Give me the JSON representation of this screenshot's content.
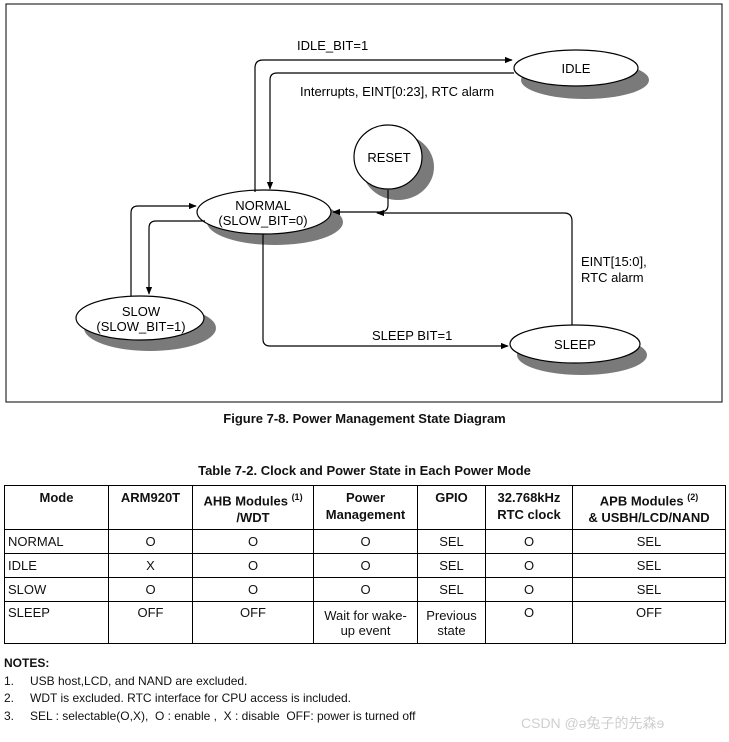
{
  "diagram": {
    "states": {
      "idle": "IDLE",
      "reset": "RESET",
      "normal_l1": "NORMAL",
      "normal_l2": "(SLOW_BIT=0)",
      "slow_l1": "SLOW",
      "slow_l2": "(SLOW_BIT=1)",
      "sleep": "SLEEP"
    },
    "transitions": {
      "to_idle": "IDLE_BIT=1",
      "from_idle": "Interrupts, EINT[0:23], RTC alarm",
      "to_sleep": "SLEEP BIT=1",
      "from_sleep_l1": "EINT[15:0],",
      "from_sleep_l2": "RTC alarm"
    }
  },
  "figure_caption": "Figure 7-8. Power Management State Diagram",
  "table": {
    "caption": "Table 7-2. Clock and Power State in Each Power Mode",
    "headers": [
      {
        "l1": "Mode",
        "l2": "",
        "sup": ""
      },
      {
        "l1": "ARM920T",
        "l2": "",
        "sup": ""
      },
      {
        "l1": "AHB Modules ",
        "l2": "/WDT",
        "sup": "(1)"
      },
      {
        "l1": "Power",
        "l2": "Management",
        "sup": ""
      },
      {
        "l1": "GPIO",
        "l2": "",
        "sup": ""
      },
      {
        "l1": "32.768kHz",
        "l2": "RTC clock",
        "sup": ""
      },
      {
        "l1": "APB Modules ",
        "l2": "& USBH/LCD/NAND",
        "sup": "(2)"
      }
    ],
    "rows": [
      {
        "mode": "NORMAL",
        "arm": "O",
        "ahb": "O",
        "pm_l1": "O",
        "pm_l2": "",
        "gpio_l1": "SEL",
        "gpio_l2": "",
        "rtc": "O",
        "apb": "SEL"
      },
      {
        "mode": "IDLE",
        "arm": "X",
        "ahb": "O",
        "pm_l1": "O",
        "pm_l2": "",
        "gpio_l1": "SEL",
        "gpio_l2": "",
        "rtc": "O",
        "apb": "SEL"
      },
      {
        "mode": "SLOW",
        "arm": "O",
        "ahb": "O",
        "pm_l1": "O",
        "pm_l2": "",
        "gpio_l1": "SEL",
        "gpio_l2": "",
        "rtc": "O",
        "apb": "SEL"
      },
      {
        "mode": "SLEEP",
        "arm": "OFF",
        "ahb": "OFF",
        "pm_l1": "Wait for wake-",
        "pm_l2": "up event",
        "gpio_l1": "Previous",
        "gpio_l2": "state",
        "rtc": "O",
        "apb": "OFF"
      }
    ]
  },
  "notes": {
    "title": "NOTES:",
    "items": [
      {
        "num": "1.",
        "text": "USB host,LCD, and NAND are excluded."
      },
      {
        "num": "2.",
        "text": "WDT is excluded. RTC interface for CPU access is included."
      },
      {
        "num": "3.",
        "text": "SEL : selectable(O,X),  O : enable ,  X : disable  OFF: power is turned off"
      }
    ]
  },
  "watermark": "CSDN @ə兔子的先森ɘ"
}
